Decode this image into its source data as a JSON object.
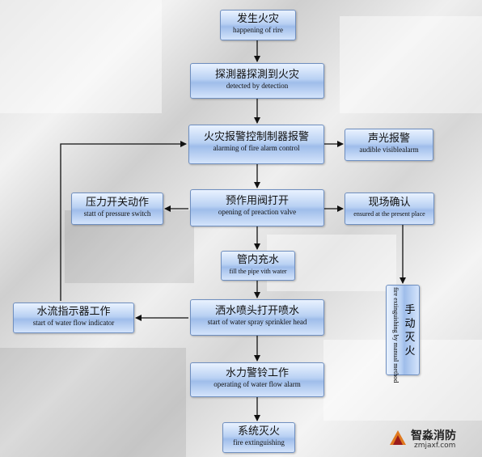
{
  "nodes": {
    "fire": {
      "zh": "发生火灾",
      "en": "happening of rire"
    },
    "detect": {
      "zh": "探測器探測到火灾",
      "en": "detected by detection"
    },
    "control": {
      "zh": "火灾报警控制制器报警",
      "en": "alarming of fire alarm control"
    },
    "audible": {
      "zh": "声光报警",
      "en": "audible visiblealarm"
    },
    "valve": {
      "zh": "预作用阀打开",
      "en": "opening of preaction valve"
    },
    "pressure": {
      "zh": "压力开关动作",
      "en": "statt of pressure switch"
    },
    "confirm": {
      "zh": "现场确认",
      "en": "ensured at the present place"
    },
    "fill": {
      "zh": "管内充水",
      "en": "fill the pipe vith water"
    },
    "sprinkler": {
      "zh": "洒水喷头打开喷水",
      "en": "start of water spray sprinkler head"
    },
    "flowind": {
      "zh": "水流指示器工作",
      "en": "start of water flow indicator"
    },
    "manual": {
      "zh": "手动灭火",
      "en": "fire extinguishing by manual method"
    },
    "bell": {
      "zh": "水力警铃工作",
      "en": "operating of water flow alarm"
    },
    "extinguish": {
      "zh": "系统灭火",
      "en": "fire extinguishing"
    }
  },
  "watermark": {
    "name": "智淼消防",
    "url": "zmjaxf.com"
  },
  "colors": {
    "box_fill": "#b9d1f3",
    "box_border": "#6f8fc0",
    "arrow": "#111111"
  }
}
